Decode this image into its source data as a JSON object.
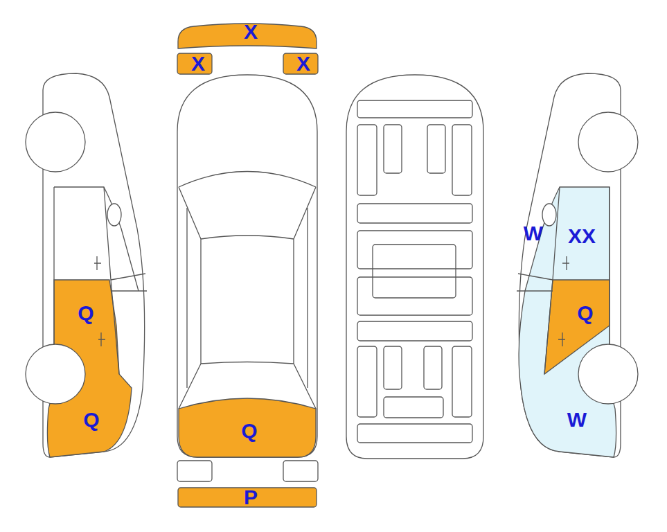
{
  "diagram": {
    "labels": [
      "X",
      "X",
      "X",
      "Q",
      "Q",
      "Q",
      "P",
      "W",
      "XX",
      "Q",
      "W"
    ]
  }
}
